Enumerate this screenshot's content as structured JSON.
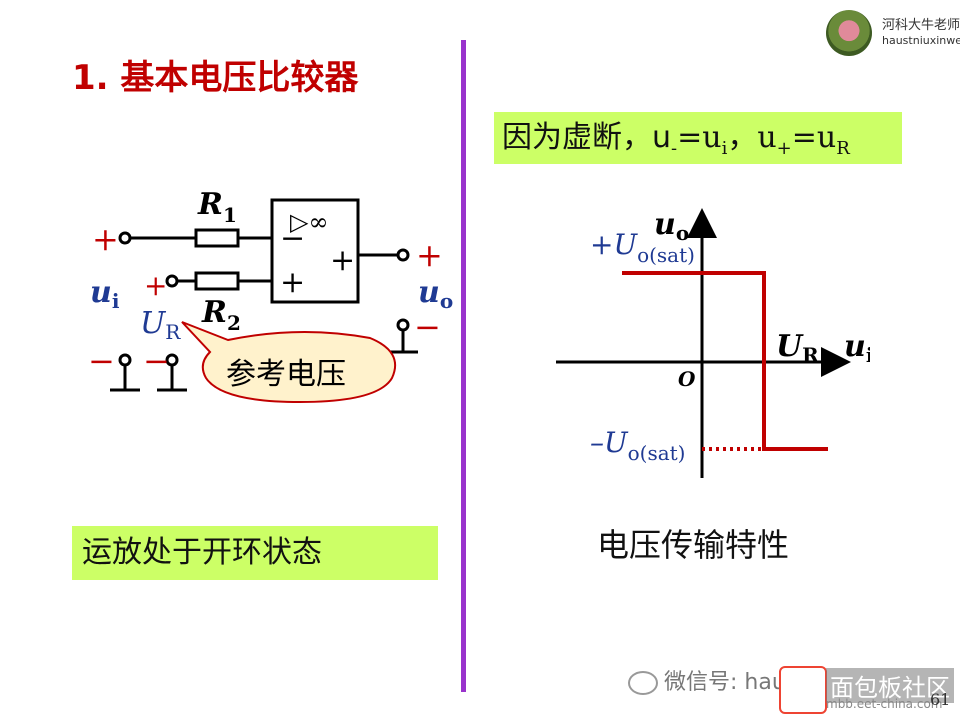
{
  "title": "1. 基本电压比较器",
  "virtual_break_note": {
    "main": "因为虚断，u",
    "minus_sub": "-",
    "eq1": "=u",
    "i_sub": "i",
    "sep": "，u",
    "plus_sub": "+",
    "eq2": "=u",
    "r_sub": "R"
  },
  "open_loop_note": "运放处于开环状态",
  "caption": "电压传输特性",
  "circuit": {
    "r1": "R",
    "r1_sub": "1",
    "r2": "R",
    "r2_sub": "2",
    "opamp_symbol": "▷∞",
    "minus_input": "−",
    "plus_input": "+",
    "output_sign": "+",
    "ui": "u",
    "ui_sub": "i",
    "uo": "u",
    "uo_sub": "o",
    "ur": "U",
    "ur_sub": "R",
    "plus": "+",
    "minus": "−",
    "callout": "参考电压"
  },
  "graph": {
    "y_axis_label": "u",
    "y_axis_sub": "o",
    "x_axis_label": "u",
    "x_axis_sub": "i",
    "origin": "O",
    "pos_sat": "+U",
    "pos_sat_sub": "o(sat)",
    "neg_sat": "–U",
    "neg_sat_sub": "o(sat)",
    "ur": "U",
    "ur_sub": "R"
  },
  "branding": {
    "name": "河科大牛老师",
    "handle": "haustniuxinwen",
    "wechat": "微信号: hau",
    "watermark": "面包板社区",
    "watermark_sub": "mbb.eet-china.com",
    "page": "61"
  },
  "colors": {
    "accent_red": "#c00000",
    "divider_purple": "#9933cc",
    "box_green": "#ccff66",
    "label_blue": "#1f3a93",
    "callout_fill": "#fff2cc"
  }
}
